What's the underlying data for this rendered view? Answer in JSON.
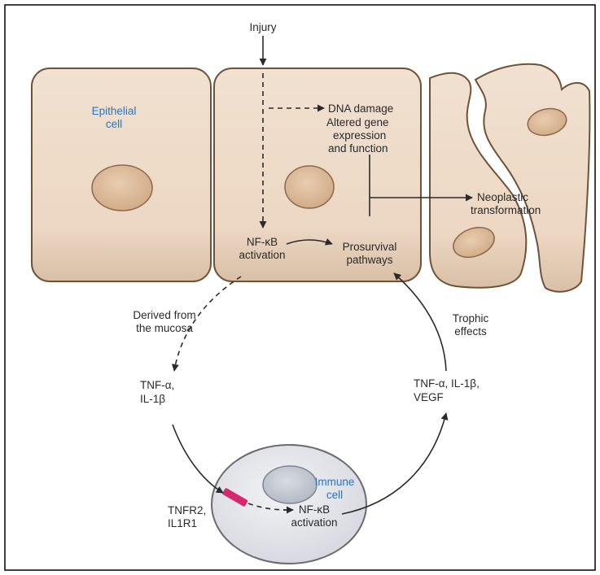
{
  "diagram": {
    "labels": {
      "injury": "Injury",
      "epithelial_cell": [
        "Epithelial",
        "cell"
      ],
      "dna_damage": "DNA damage",
      "altered_gene": [
        "Altered gene",
        "expression",
        "and function"
      ],
      "neoplastic": [
        "Neoplastic",
        "transformation"
      ],
      "nfkb_top": [
        "NF-κB",
        "activation"
      ],
      "prosurvival": [
        "Prosurvival",
        "pathways"
      ],
      "derived": [
        "Derived from",
        "the mucosa"
      ],
      "trophic": [
        "Trophic",
        "effects"
      ],
      "cytokines_left": [
        "TNF-α,",
        "IL-1β"
      ],
      "cytokines_right": [
        "TNF-α, IL-1β,",
        "VEGF"
      ],
      "immune_cell": [
        "Immune",
        "cell"
      ],
      "receptors": [
        "TNFR2,",
        "IL1R1"
      ],
      "nfkb_bottom": [
        "NF-κB",
        "activation"
      ]
    },
    "colors": {
      "cell_fill": "#efdccb",
      "cell_stroke": "#6e5338",
      "nucleus_fill": "#ddbd9d",
      "immune_fill": "#e6e8ee",
      "immune_nucleus": "#c7ccd6",
      "receptor": "#d6276f",
      "label_blue": "#2f74b8",
      "arrow": "#2a2a2a"
    }
  }
}
